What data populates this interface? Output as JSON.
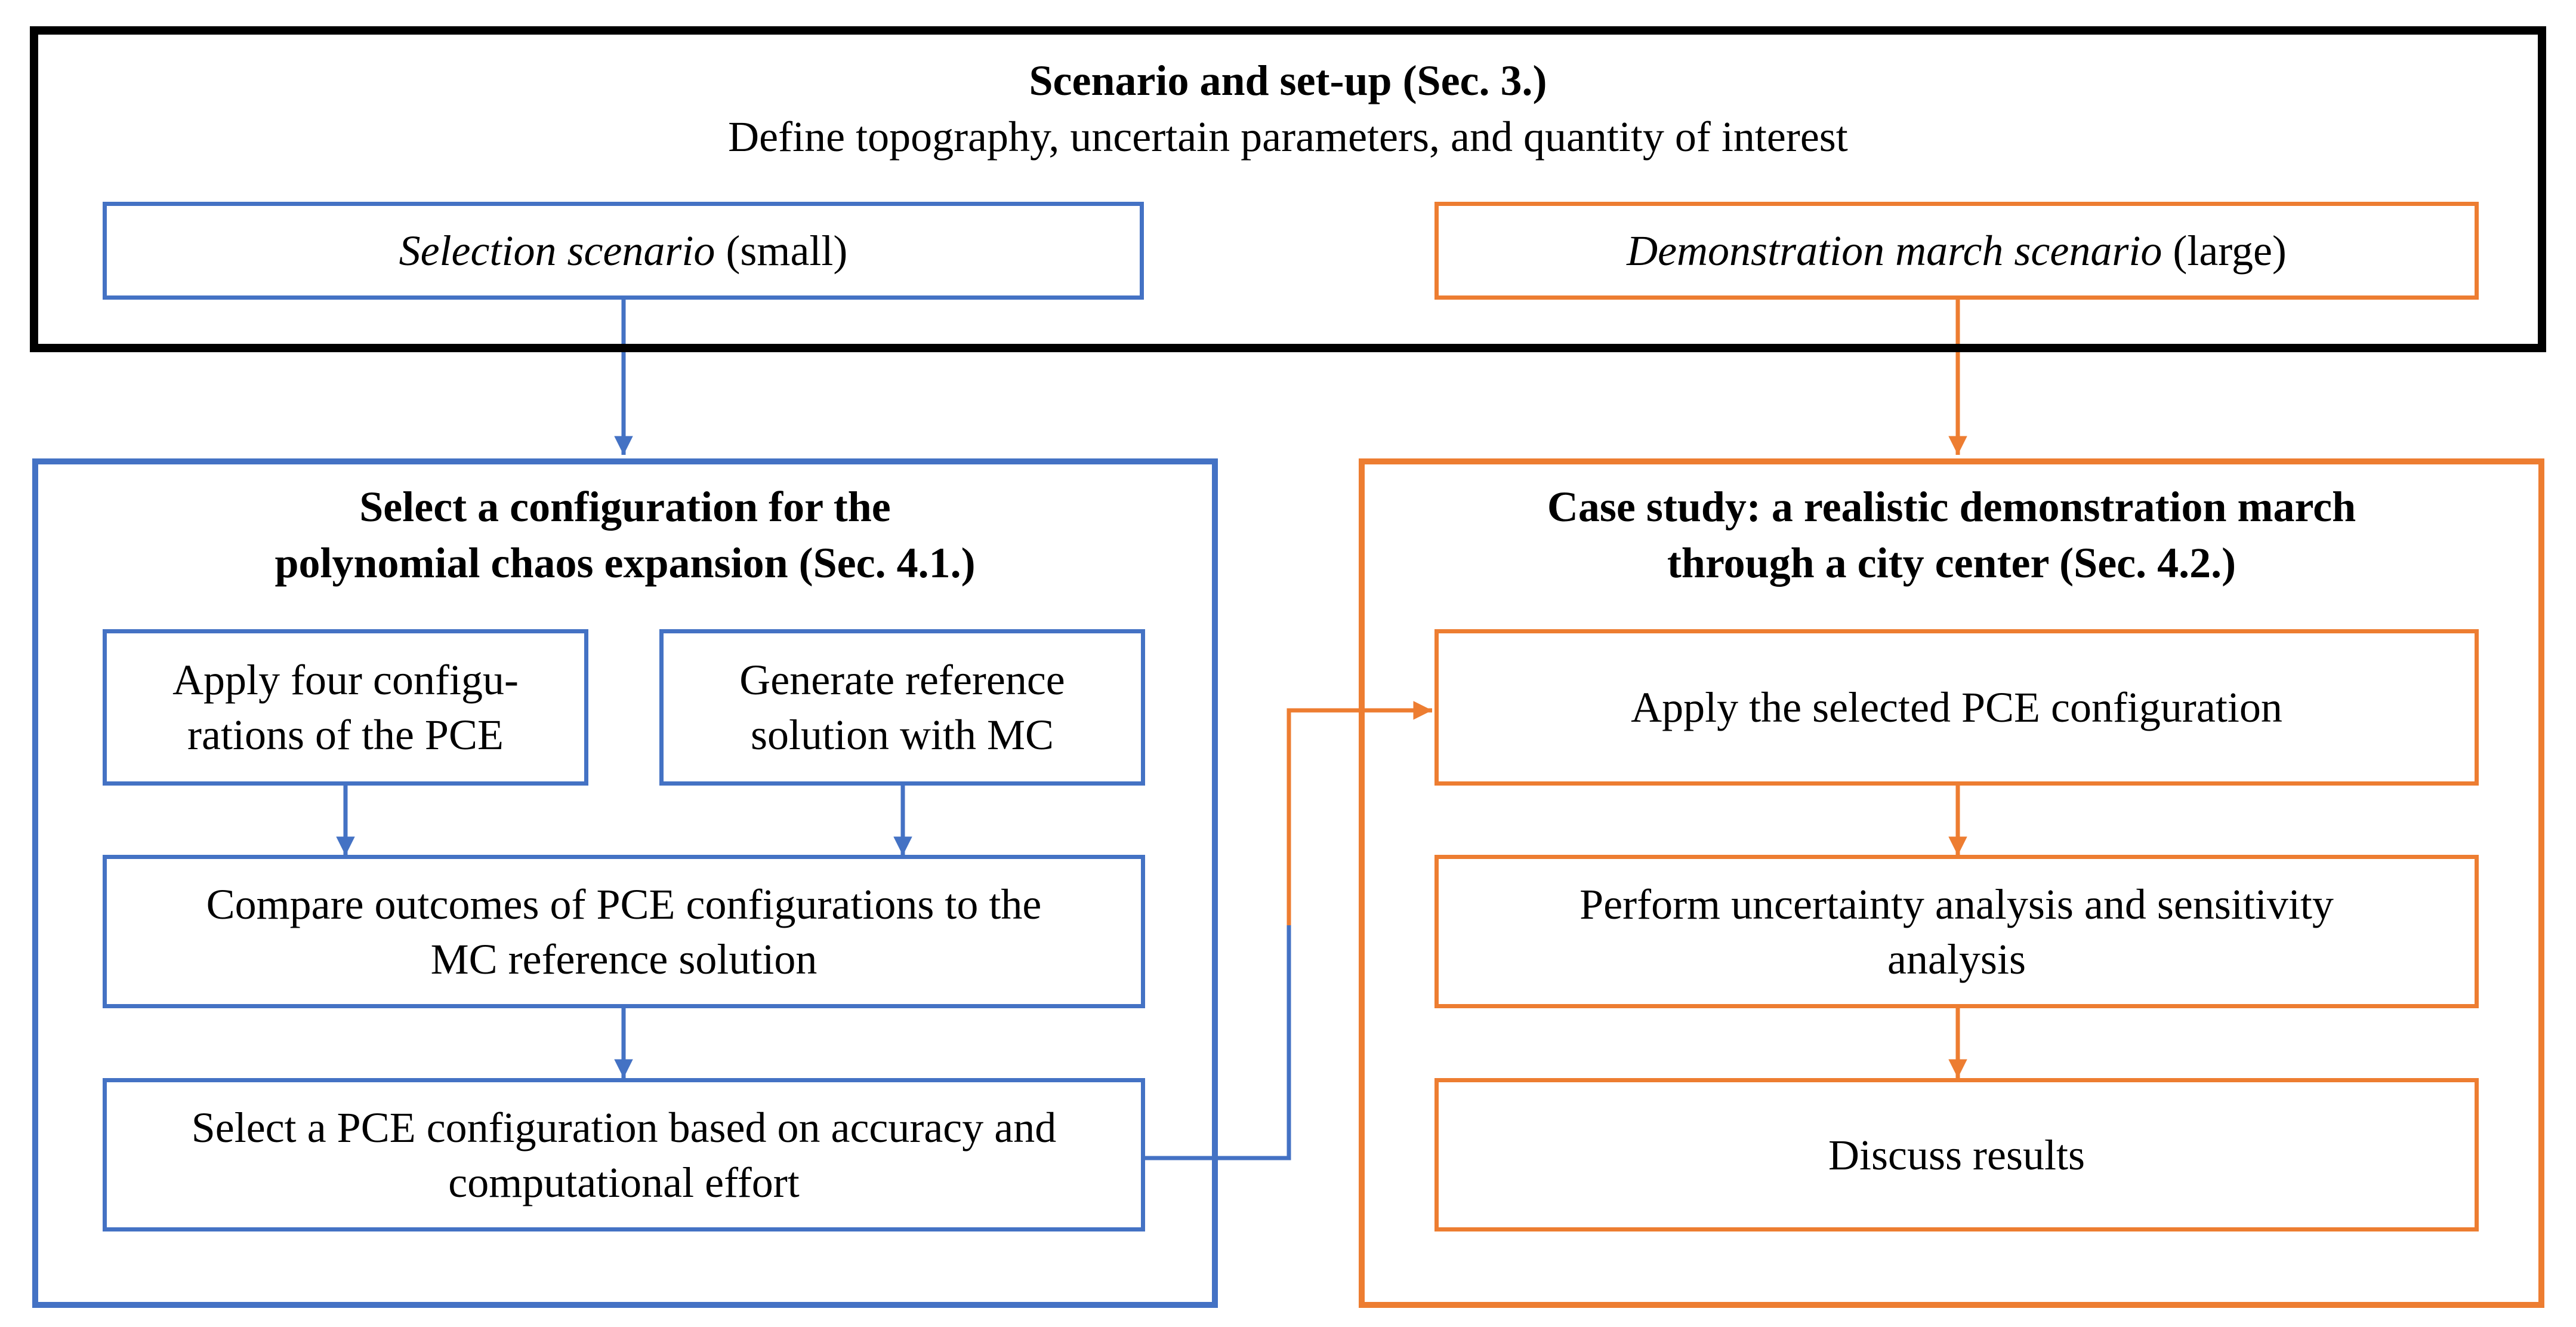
{
  "setup": {
    "title": "Scenario and set-up (Sec. 3.)",
    "subtitle": "Define topography, uncertain parameters, and quantity of interest"
  },
  "selection_box": {
    "italic": "Selection scenario",
    "rest": " (small)"
  },
  "demo_box": {
    "italic": "Demonstration march scenario",
    "rest": " (large)"
  },
  "left": {
    "title_line1": "Select a configuration for the",
    "title_line2": "polynomial chaos expansion (Sec. 4.1.)",
    "apply_line1": "Apply four configu-",
    "apply_line2": "rations of the PCE",
    "generate_line1": "Generate reference",
    "generate_line2": "solution with MC",
    "compare_line1": "Compare outcomes of PCE configurations to the",
    "compare_line2": "MC reference solution",
    "select_line1": "Select a PCE configuration based on accuracy and",
    "select_line2": "computational effort"
  },
  "right": {
    "title_line1": "Case study: a realistic demonstration march",
    "title_line2": "through a city center (Sec. 4.2.)",
    "apply": "Apply the selected PCE configuration",
    "perform_line1": "Perform uncertainty analysis and sensitivity",
    "perform_line2": "analysis",
    "discuss": "Discuss results"
  },
  "colors": {
    "blue": "#4472C4",
    "orange": "#ED7D31",
    "black": "#000000"
  }
}
